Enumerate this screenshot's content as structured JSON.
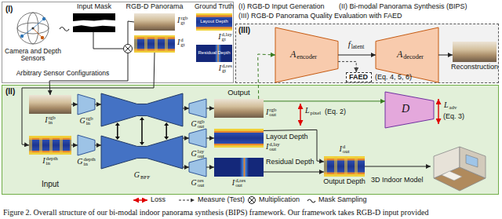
{
  "diagram": {
    "caption": "Figure 2. Overall structure of our bi-modal indoor panorama synthesis (BIPS) framework. Our framework takes RGB-D input provided",
    "nodes": [
      {
        "text": [
          "(I)"
        ]
      },
      {
        "text": [
          "(II)"
        ]
      },
      {
        "text": [
          "(III)"
        ]
      },
      {
        "text": [
          "G",
          "in",
          "rgb"
        ],
        "in": 1
      },
      {
        "text": [
          "G",
          "in",
          "depth"
        ],
        "in": 1
      },
      {
        "text": [
          "G",
          "BFF"
        ],
        "in": 1
      },
      {
        "text": [
          "G",
          "out",
          "rgb"
        ],
        "in": 1
      },
      {
        "text": [
          "G",
          "out",
          "lay"
        ],
        "in": 1
      },
      {
        "text": [
          "G",
          "out",
          "res"
        ],
        "in": 1
      },
      {
        "text": [
          "D"
        ],
        "in": 1
      },
      {
        "text": [
          "A",
          "encoder"
        ],
        "in": 2
      },
      {
        "text": [
          "A",
          "decoder"
        ],
        "in": 2
      },
      {
        "text": [
          "FAED",
          "(Eq. 4, 5, 6)"
        ],
        "in": 2
      },
      {
        "text": [
          "Input Mask"
        ],
        "in": 0
      },
      {
        "text": [
          "RGB-D Panorama",
          "I",
          "gt",
          "rgb"
        ],
        "in": 0
      },
      {
        "text": [
          "I",
          "gt",
          "d"
        ],
        "in": 0
      },
      {
        "text": [
          "Ground Truth",
          "Layout Depth",
          "I",
          "gt",
          "d,lay"
        ],
        "in": 0
      },
      {
        "text": [
          "Residual Depth",
          "I",
          "gt",
          "d,res"
        ],
        "in": 0
      },
      {
        "text": [
          "I",
          "in",
          "rgb"
        ],
        "in": 1
      },
      {
        "text": [
          "I",
          "in",
          "depth",
          "Input"
        ],
        "in": 1
      },
      {
        "text": [
          "Output",
          "I",
          "out",
          "rgb"
        ],
        "in": 1
      },
      {
        "text": [
          "I",
          "out",
          "d,lay",
          "Layout Depth"
        ],
        "in": 1
      },
      {
        "text": [
          "Residual Depth",
          "I",
          "out",
          "d,res"
        ],
        "in": 1
      },
      {
        "text": [
          "I",
          "out",
          "d",
          "Output Depth"
        ],
        "in": 1
      },
      {
        "text": [
          "3D Indoor Model"
        ],
        "in": 1
      },
      {
        "text": [
          "Reconstruction"
        ],
        "in": 2
      }
    ],
    "edges": [
      {
        "from": 14,
        "to": 18,
        "arrow": "to"
      },
      {
        "from": 15,
        "to": 19,
        "arrow": "to"
      },
      {
        "from": 18,
        "to": 3,
        "arrow": "to"
      },
      {
        "from": 19,
        "to": 4,
        "arrow": "to"
      },
      {
        "from": 3,
        "to": 5,
        "arrow": "to"
      },
      {
        "from": 4,
        "to": 5,
        "arrow": "to"
      },
      {
        "from": 5,
        "to": 6,
        "arrow": "to"
      },
      {
        "from": 5,
        "to": 7,
        "arrow": "to"
      },
      {
        "from": 5,
        "to": 8,
        "arrow": "to"
      },
      {
        "from": 6,
        "to": 20,
        "arrow": "to"
      },
      {
        "from": 7,
        "to": 21,
        "arrow": "to"
      },
      {
        "from": 8,
        "to": 22,
        "arrow": "to"
      },
      {
        "from": 20,
        "to": 9,
        "arrow": "to"
      },
      {
        "from": 20,
        "to": 10,
        "arrow": "to"
      },
      {
        "from": 10,
        "to": 11,
        "arrow": "to"
      },
      {
        "from": 11,
        "to": 25,
        "arrow": "to"
      },
      {
        "from": 10,
        "to": 12,
        "arrow": "to"
      },
      {
        "from": 21,
        "to": 23,
        "arrow": "to"
      },
      {
        "from": 22,
        "to": 23,
        "arrow": "to"
      },
      {
        "from": 23,
        "to": 24,
        "arrow": "to"
      }
    ],
    "labels": [
      "(I) RGB-D Input Generation",
      "(II) Bi-modal Panorama Synthesis (BIPS)",
      "(III) RGB-D Panorama Quality Evaluation with FAED",
      "Camera and Depth Sensors",
      "Arbitrary Sensor Configurations",
      "f",
      "latent",
      "L",
      "pixel",
      "(Eq. 2)",
      "L",
      "adv",
      "(Eq. 3)"
    ],
    "legend": [
      {
        "text": "Loss"
      },
      {
        "text": "Measure (Test)"
      },
      {
        "text": "Multiplication"
      },
      {
        "text": "Mask Sampling"
      }
    ]
  }
}
